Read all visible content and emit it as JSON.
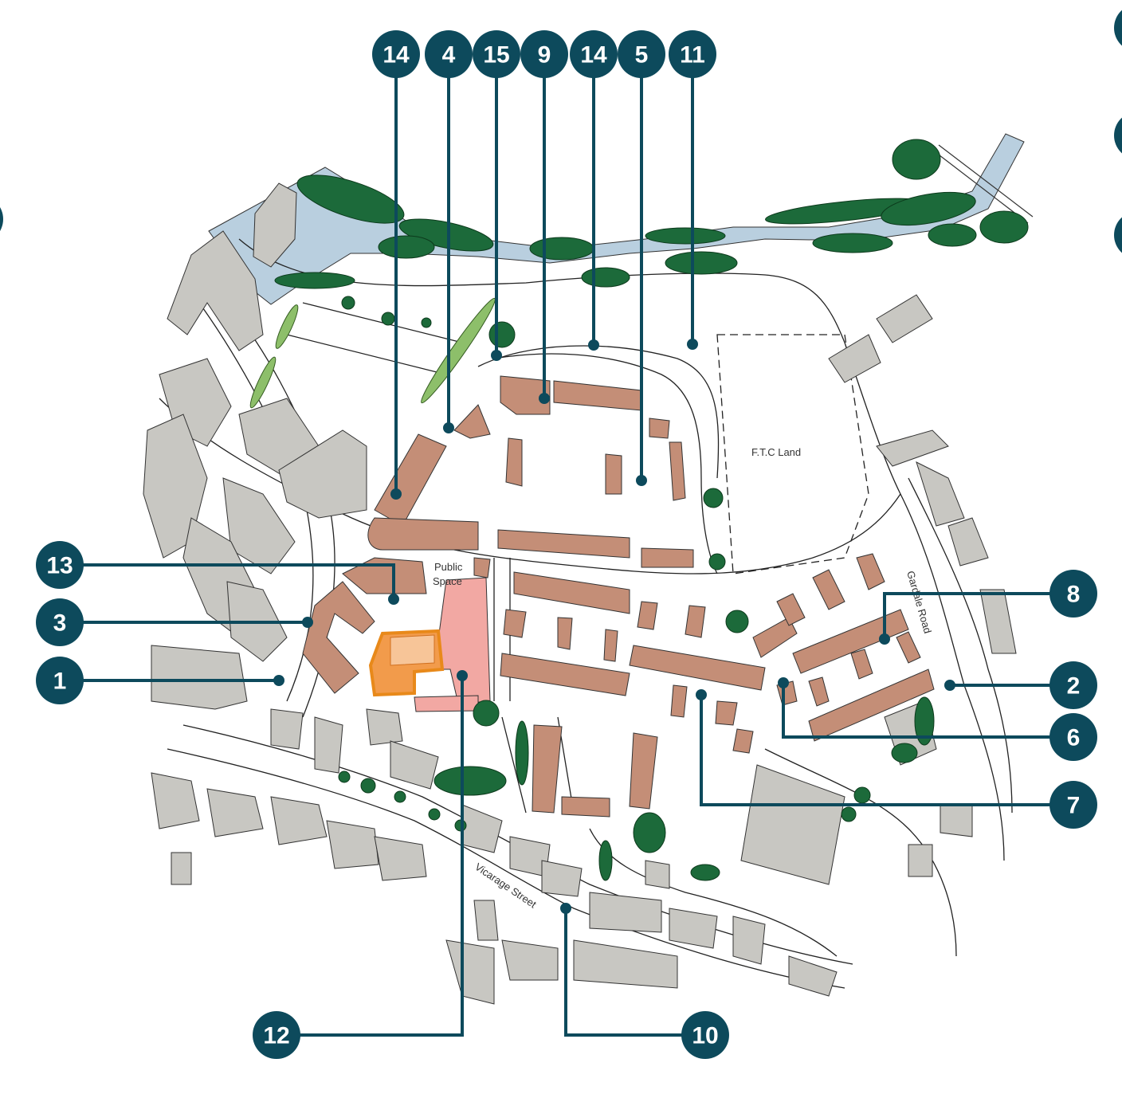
{
  "map": {
    "place_labels": {
      "ftc_land": "F.T.C Land",
      "public_space_line1": "Public",
      "public_space_line2": "Space",
      "gardale_road": "Gardale Road",
      "vicarage_street": "Vicarage Street"
    },
    "markers": [
      {
        "label": "14"
      },
      {
        "label": "4"
      },
      {
        "label": "15"
      },
      {
        "label": "9"
      },
      {
        "label": "14"
      },
      {
        "label": "5"
      },
      {
        "label": "11"
      },
      {
        "label": "13"
      },
      {
        "label": "3"
      },
      {
        "label": "1"
      },
      {
        "label": "8"
      },
      {
        "label": "2"
      },
      {
        "label": "6"
      },
      {
        "label": "7"
      },
      {
        "label": "12"
      },
      {
        "label": "10"
      }
    ],
    "colors": {
      "marker": "#0d4a5c",
      "existing_building": "#c8c7c2",
      "proposed_housing": "#c48e77",
      "highlight_site": "#f29b4b",
      "pink_building": "#f2a8a3",
      "river": "#b9cfdf",
      "trees": "#1c6a3a"
    }
  }
}
